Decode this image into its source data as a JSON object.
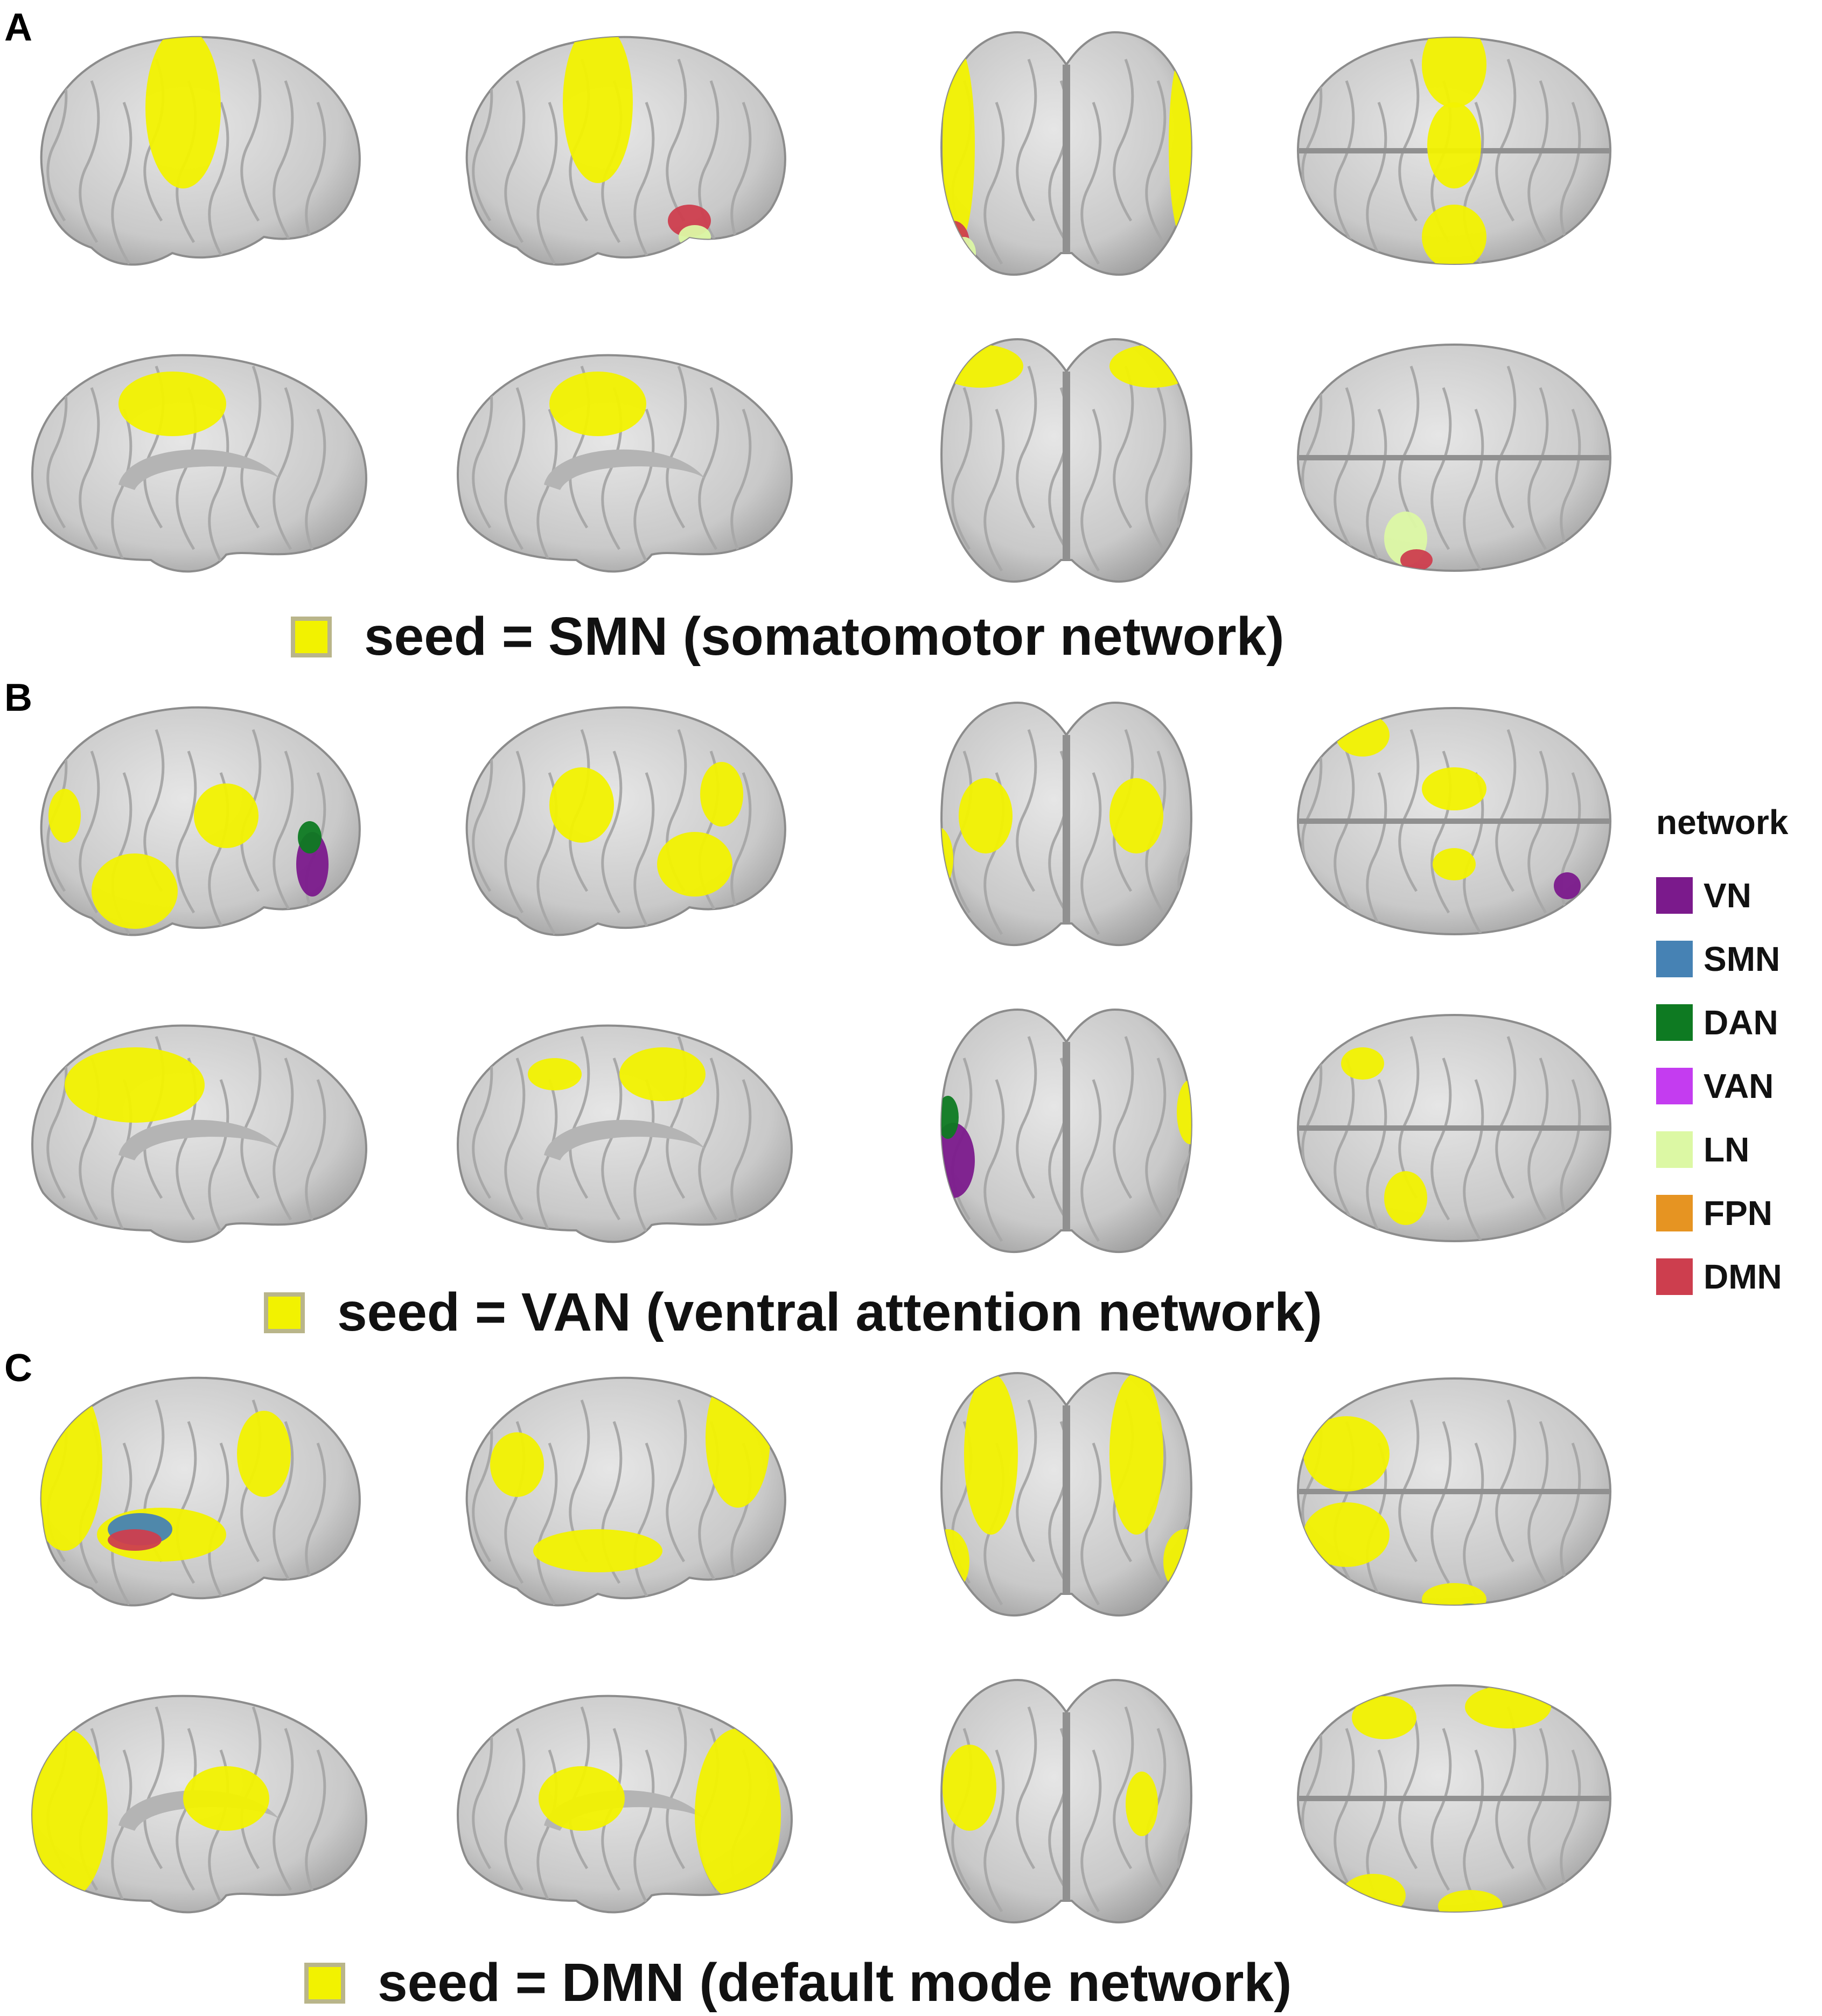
{
  "panels": [
    {
      "letter": "A",
      "caption": "seed = SMN (somatomotor network)"
    },
    {
      "letter": "B",
      "caption": "seed = VAN (ventral attention network)"
    },
    {
      "letter": "C",
      "caption": "seed = DMN (default mode network)"
    }
  ],
  "seed_color": "#f2f200",
  "legend": {
    "title": "network",
    "items": [
      {
        "label": "VN",
        "color": "#7b1a8c"
      },
      {
        "label": "SMN",
        "color": "#4682b4"
      },
      {
        "label": "DAN",
        "color": "#0e7a22"
      },
      {
        "label": "VAN",
        "color": "#c43cf0"
      },
      {
        "label": "LN",
        "color": "#dcf8a4"
      },
      {
        "label": "FPN",
        "color": "#e69422"
      },
      {
        "label": "DMN",
        "color": "#cd3e4e"
      }
    ]
  }
}
